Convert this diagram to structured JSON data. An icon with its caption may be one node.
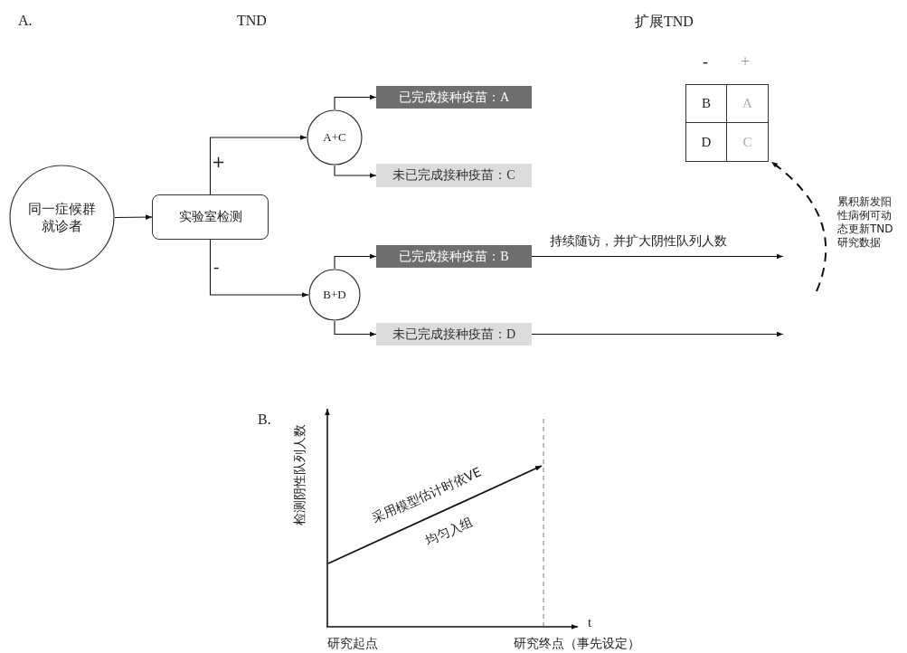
{
  "diagram": {
    "nodes": [
      {
        "text": [
          "同一症候群就诊者"
        ]
      },
      {
        "text": [
          "实验室检测"
        ]
      },
      {
        "text": [
          "A+C"
        ]
      },
      {
        "text": [
          "B+D"
        ]
      },
      {
        "text": [
          "已完成接种疫苗：A"
        ]
      },
      {
        "text": [
          "未已完成接种疫苗：C"
        ]
      },
      {
        "text": [
          "已完成接种疫苗：B"
        ]
      },
      {
        "text": [
          "未已完成接种疫苗：D"
        ]
      },
      {
        "text": [
          "B",
          "A",
          "D",
          "C"
        ]
      }
    ],
    "edges": [
      {
        "from": 0,
        "to": 1,
        "arrow": "to"
      },
      {
        "from": 1,
        "to": 2,
        "arrow": "to",
        "label": "+"
      },
      {
        "from": 1,
        "to": 3,
        "arrow": "to",
        "label": "-"
      },
      {
        "from": 2,
        "to": 4,
        "arrow": "to"
      },
      {
        "from": 2,
        "to": 5,
        "arrow": "to"
      },
      {
        "from": 3,
        "to": 6,
        "arrow": "to"
      },
      {
        "from": 3,
        "to": 7,
        "arrow": "to"
      },
      {
        "from": 6,
        "to": null,
        "arrow": "to",
        "label": "持续随访，并扩大阴性队列人数"
      },
      {
        "from": 7,
        "to": null,
        "arrow": "to"
      },
      {
        "from": null,
        "to": 8,
        "arrow": "to",
        "style": "dashed",
        "label": "累积新发阳性病例可动态更新TND研究数据"
      }
    ],
    "labels": [
      "A.",
      "TND",
      "扩展TND",
      "-",
      "+",
      "B.",
      "检测阴性队列人数",
      "采用模型估计时依VE",
      "均匀入组",
      "t",
      "研究起点",
      "研究终点（事先设定）"
    ]
  }
}
